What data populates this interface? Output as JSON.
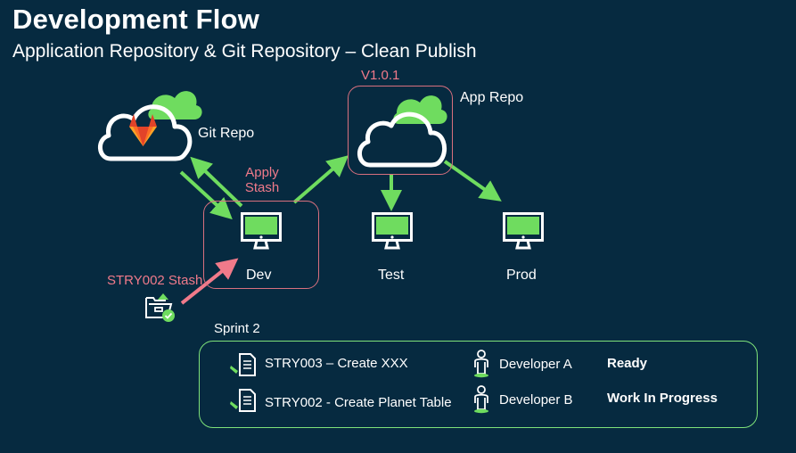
{
  "header": {
    "title": "Development Flow",
    "subtitle": "Application Repository & Git Repository – Clean Publish"
  },
  "nodes": {
    "git_repo": {
      "label": "Git Repo",
      "icon": "gitlab-cloud-icon"
    },
    "app_repo": {
      "label": "App Repo",
      "version": "V1.0.1",
      "icon": "cloud-icon"
    },
    "dev": {
      "label": "Dev",
      "icon": "monitor-icon"
    },
    "test": {
      "label": "Test",
      "icon": "monitor-icon"
    },
    "prod": {
      "label": "Prod",
      "icon": "monitor-icon"
    },
    "stash": {
      "label": "STRY002 Stash",
      "icon": "folder-check-icon"
    }
  },
  "annotations": {
    "apply_stash_line1": "Apply",
    "apply_stash_line2": "Stash"
  },
  "sprint": {
    "label": "Sprint 2",
    "stories": [
      {
        "name": "STRY003 – Create XXX",
        "developer": "Developer A",
        "status": "Ready"
      },
      {
        "name": "STRY002 - Create Planet Table",
        "developer": "Developer B",
        "status": "Work In Progress"
      }
    ]
  },
  "colors": {
    "background": "#062a40",
    "accent_green": "#6fdc5f",
    "accent_pink": "#f07a8a",
    "white": "#ffffff"
  }
}
